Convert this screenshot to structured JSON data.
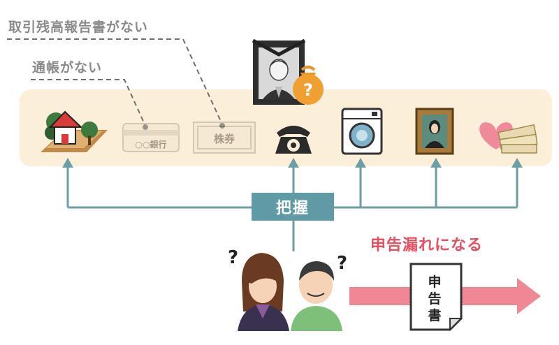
{
  "labels": {
    "no_balance_certificate": "取引残高報告書がない",
    "no_passbook": "通帳がない",
    "center": "把握",
    "result": "申告漏れになる",
    "bank_book_text": "○○銀行",
    "stock_text": "株券",
    "document": [
      "申",
      "告",
      "書"
    ],
    "question": "?"
  },
  "colors": {
    "band": "#fcefd9",
    "arrow": "#6c9ea6",
    "center_box": "#5f9aa5",
    "result_text": "#e4505f",
    "pink_arrow": "#ef8795",
    "gold_bag": "#f0a030"
  },
  "assets": [
    {
      "name": "house-icon"
    },
    {
      "name": "bank-passbook-icon"
    },
    {
      "name": "stock-certificate-icon"
    },
    {
      "name": "telephone-icon"
    },
    {
      "name": "washing-machine-icon"
    },
    {
      "name": "portrait-painting-icon"
    },
    {
      "name": "money-heart-icon"
    }
  ]
}
